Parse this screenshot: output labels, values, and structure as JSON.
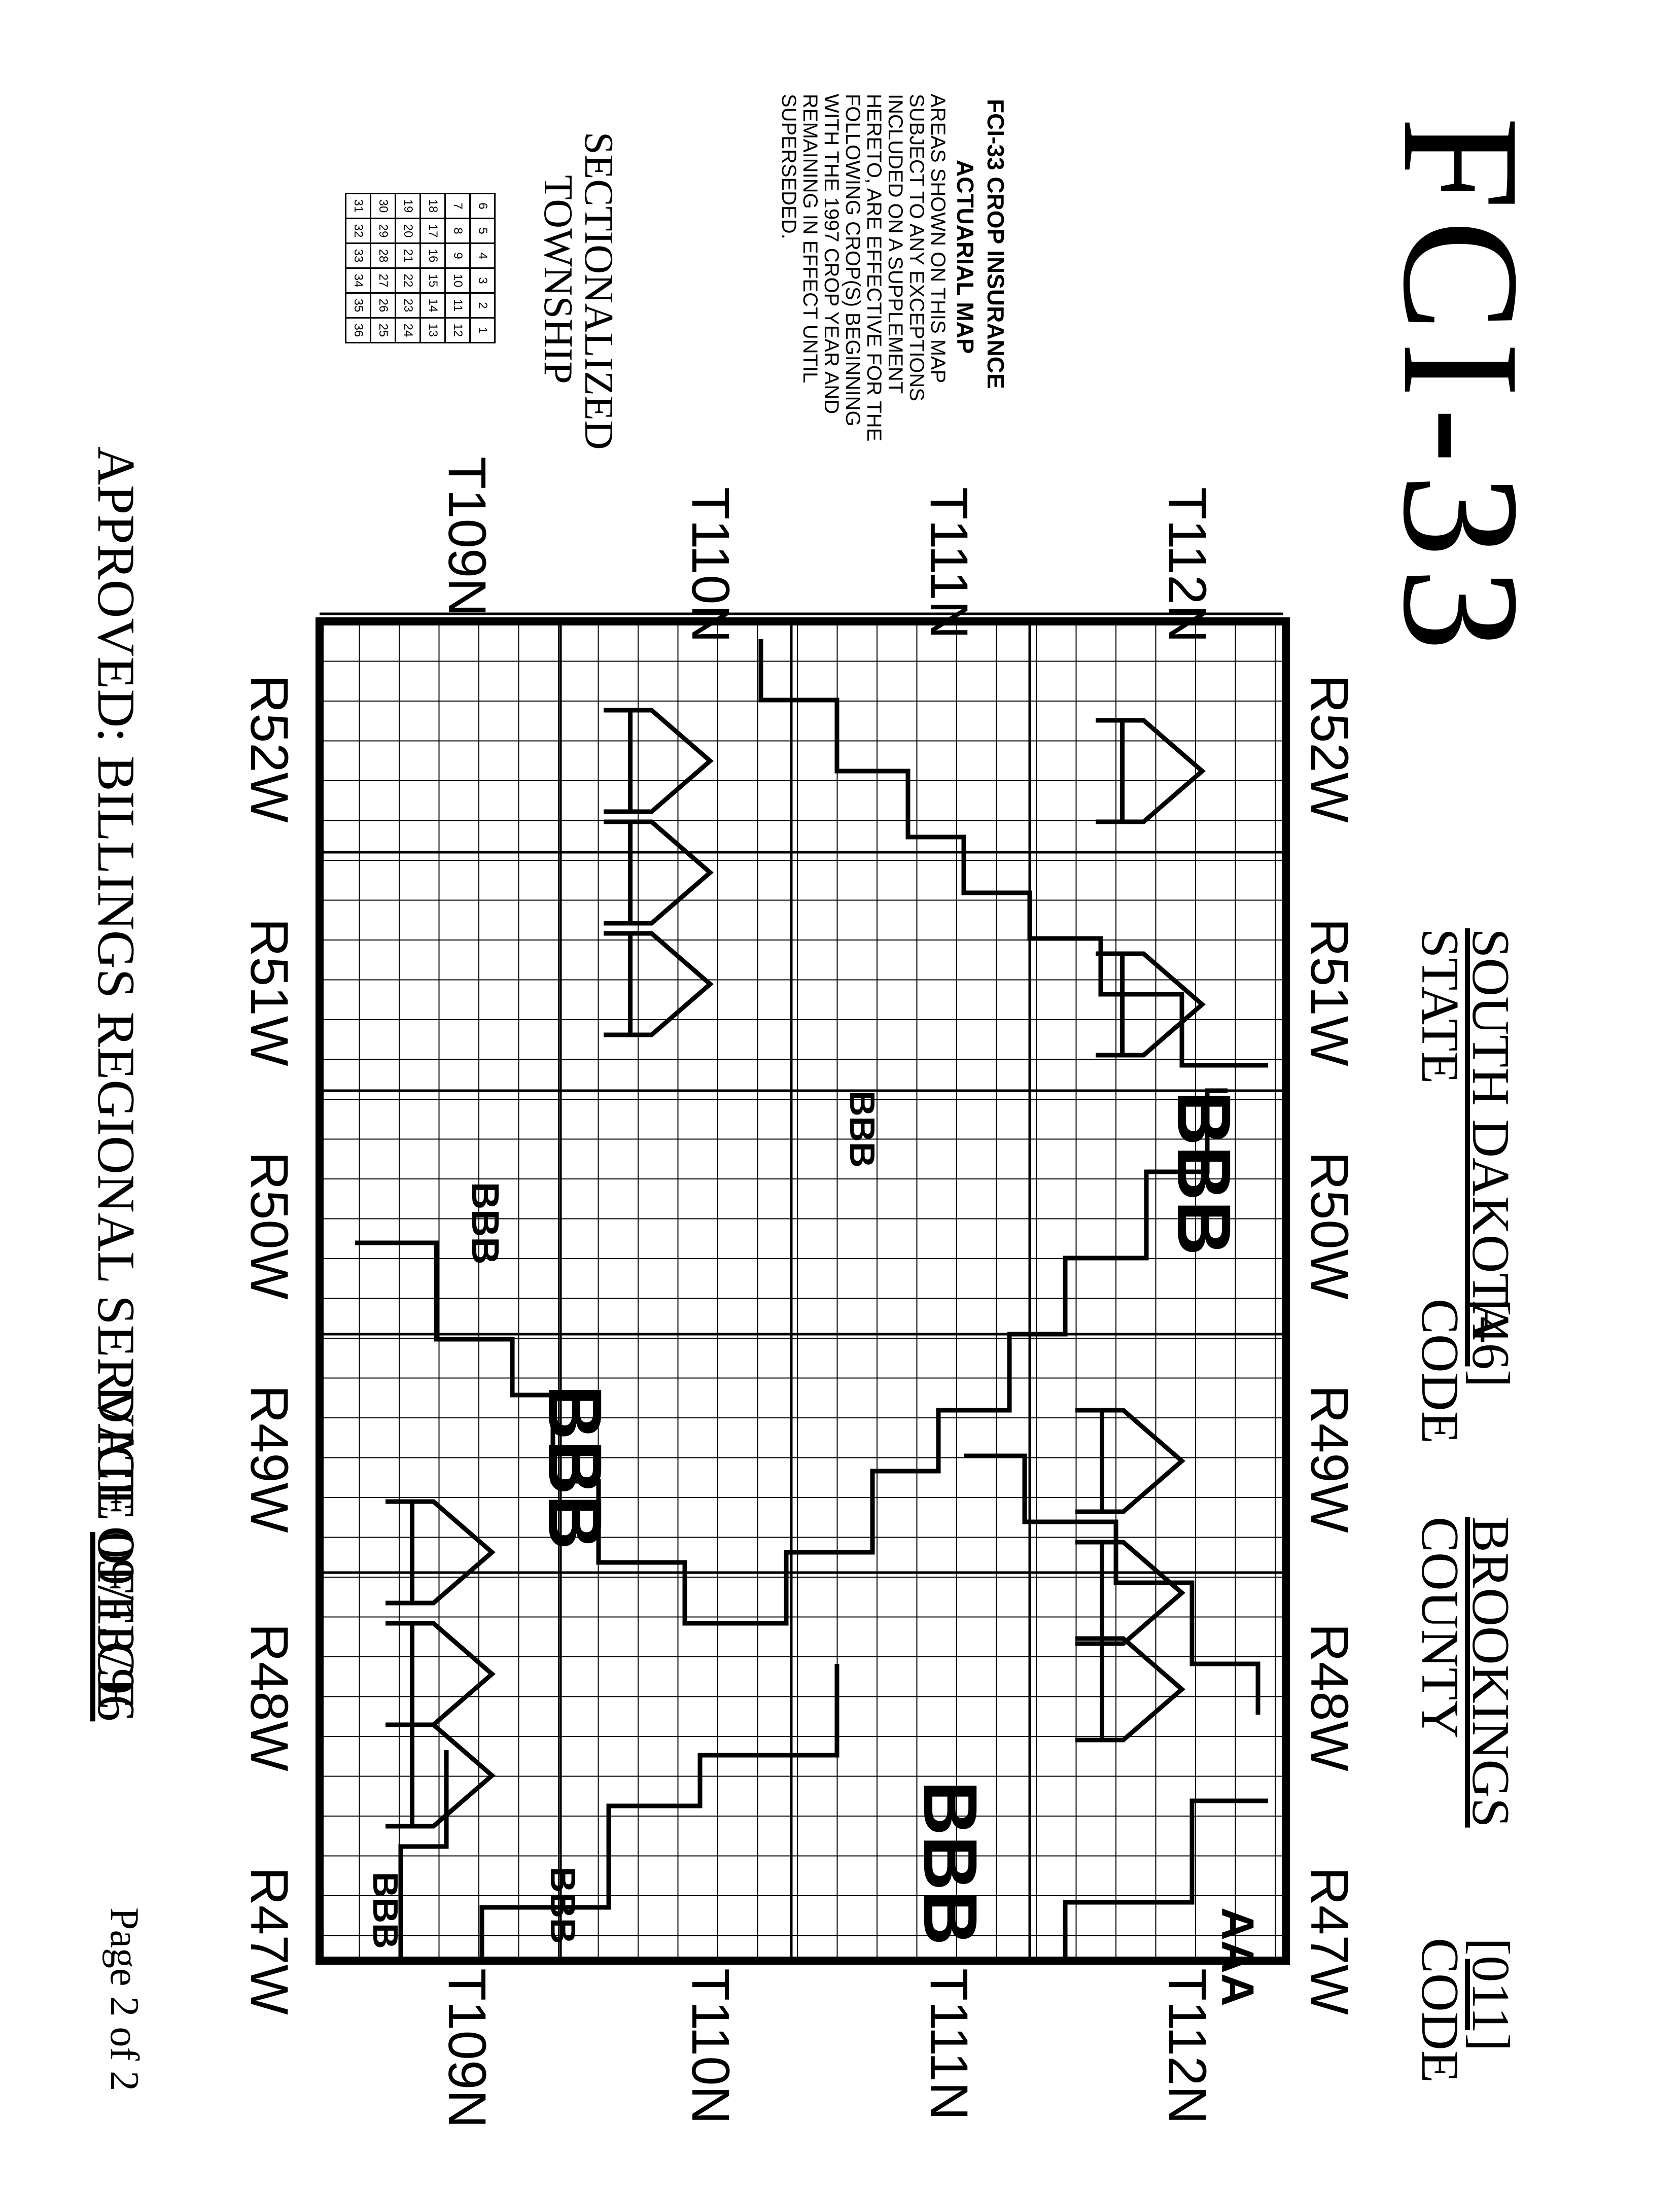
{
  "title": "FCI-33",
  "disclaimer": {
    "heading_1": "FCI-33 CROP INSURANCE",
    "heading_2": "ACTUARIAL MAP",
    "body": "AREAS SHOWN ON THIS MAP SUBJECT TO ANY EXCEPTIONS INCLUDED ON A SUPPLEMENT HERETO, ARE EFFECTIVE FOR THE FOLLOWING CROP(S) BEGINNING WITH THE 1997 CROP YEAR AND REMAINING IN EFFECT UNTIL SUPERSEDED."
  },
  "section_grid": {
    "rows": [
      [
        "6",
        "5",
        "4",
        "3",
        "2",
        "1"
      ],
      [
        "7",
        "8",
        "9",
        "10",
        "11",
        "12"
      ],
      [
        "18",
        "17",
        "16",
        "15",
        "14",
        "13"
      ],
      [
        "19",
        "20",
        "21",
        "22",
        "23",
        "24"
      ],
      [
        "30",
        "29",
        "28",
        "27",
        "26",
        "25"
      ],
      [
        "31",
        "32",
        "33",
        "34",
        "35",
        "36"
      ]
    ],
    "caption_1": "SECTIONALIZED",
    "caption_2": "TOWNSHIP"
  },
  "header": {
    "state_value": "SOUTH DAKOTA",
    "state_label": "STATE",
    "state_code_value": "[46]",
    "state_code_label": "CODE",
    "county_value": "BROOKINGS",
    "county_label": "COUNTY",
    "county_code_value": "[011]",
    "county_code_label": "CODE"
  },
  "townships": [
    "T112N",
    "T111N",
    "T110N",
    "T109N"
  ],
  "ranges": [
    "R52W",
    "R51W",
    "R50W",
    "R49W",
    "R48W",
    "R47W"
  ],
  "map_zones": {
    "bbb": "BBB",
    "aaa": "AAA"
  },
  "footer": {
    "approved": "APPROVED: BILLINGS REGIONAL SERVICE OFFICE",
    "date_label": "DATE",
    "date_value": "09/13/96",
    "page": "Page 2 of 2"
  }
}
